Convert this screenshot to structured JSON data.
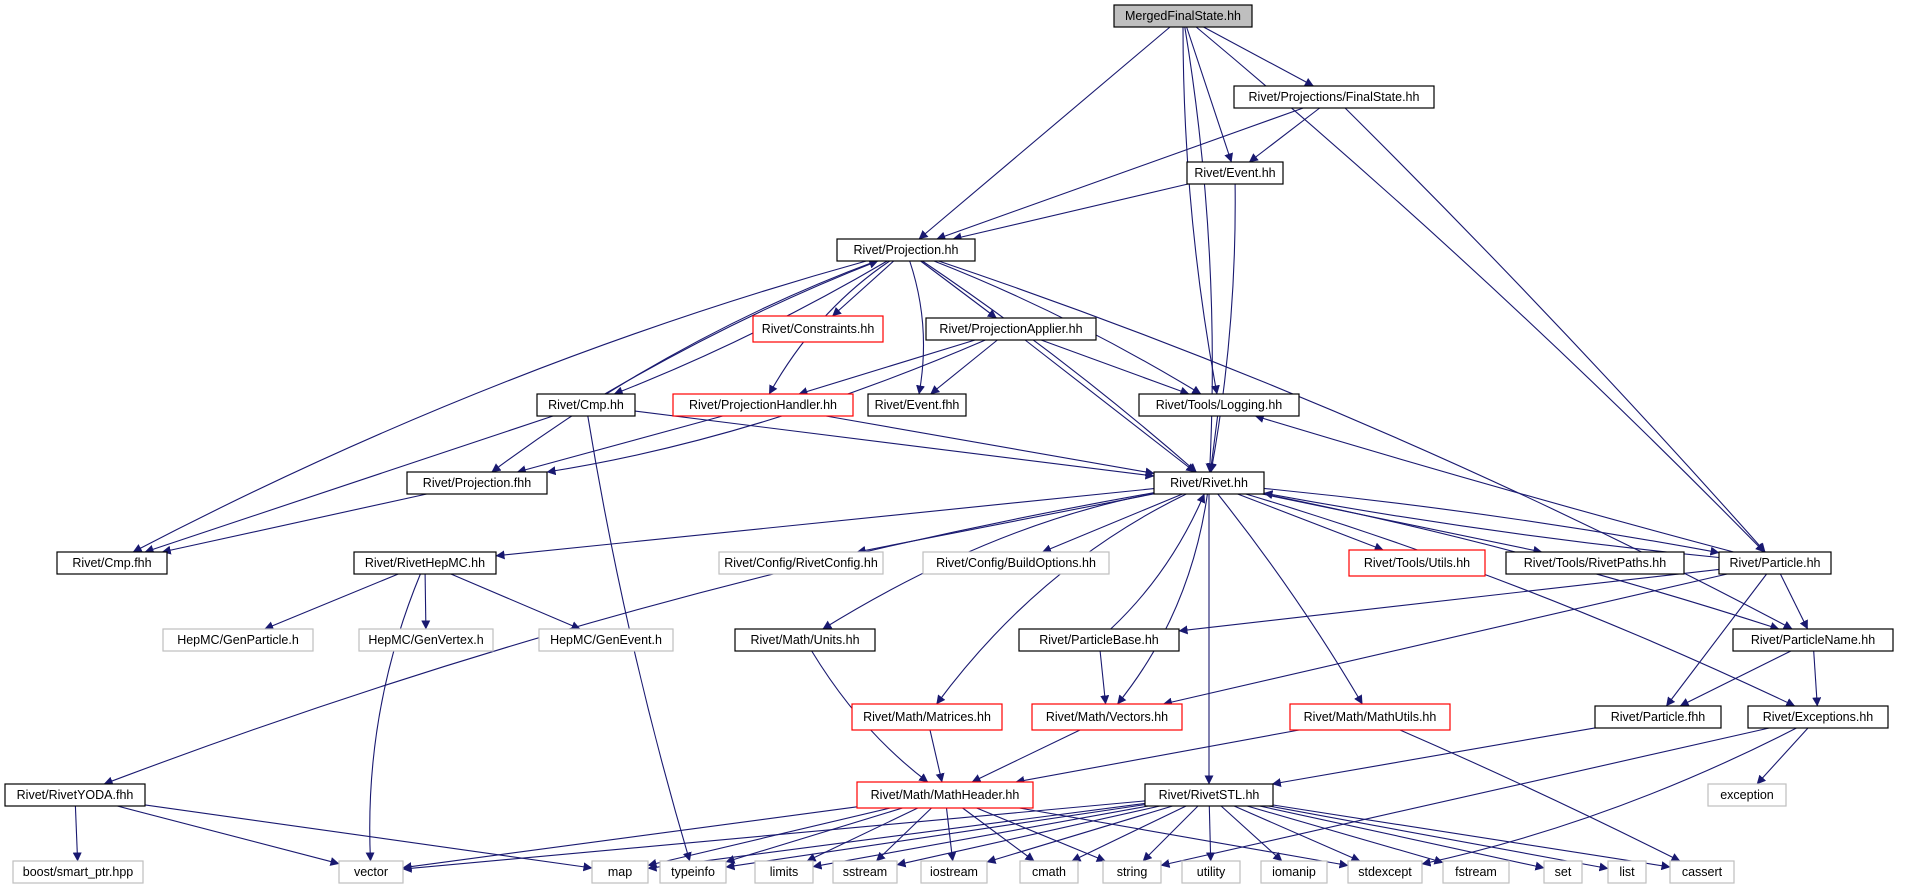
{
  "title": "MergedFinalState.hh",
  "colors": {
    "edge": "#191970",
    "root_fill": "#bfbfbf",
    "documented": "#000000",
    "truncated": "#ff0000",
    "system": "#bfbfbf"
  },
  "nodes": [
    {
      "id": "root",
      "label": "MergedFinalState.hh",
      "kind": "root"
    },
    {
      "id": "fs",
      "label": "Rivet/Projections/FinalState.hh",
      "kind": "documented"
    },
    {
      "id": "eventhh",
      "label": "Rivet/Event.hh",
      "kind": "documented"
    },
    {
      "id": "proj",
      "label": "Rivet/Projection.hh",
      "kind": "documented"
    },
    {
      "id": "constraints",
      "label": "Rivet/Constraints.hh",
      "kind": "truncated"
    },
    {
      "id": "projapplier",
      "label": "Rivet/ProjectionApplier.hh",
      "kind": "documented"
    },
    {
      "id": "cmp",
      "label": "Rivet/Cmp.hh",
      "kind": "documented"
    },
    {
      "id": "projhandler",
      "label": "Rivet/ProjectionHandler.hh",
      "kind": "truncated"
    },
    {
      "id": "eventfhh",
      "label": "Rivet/Event.fhh",
      "kind": "documented"
    },
    {
      "id": "logging",
      "label": "Rivet/Tools/Logging.hh",
      "kind": "documented"
    },
    {
      "id": "projfhh",
      "label": "Rivet/Projection.fhh",
      "kind": "documented"
    },
    {
      "id": "rivet",
      "label": "Rivet/Rivet.hh",
      "kind": "documented"
    },
    {
      "id": "cmpfhh",
      "label": "Rivet/Cmp.fhh",
      "kind": "documented"
    },
    {
      "id": "hepmc",
      "label": "Rivet/RivetHepMC.hh",
      "kind": "documented"
    },
    {
      "id": "rivetconfig",
      "label": "Rivet/Config/RivetConfig.hh",
      "kind": "system"
    },
    {
      "id": "buildopts",
      "label": "Rivet/Config/BuildOptions.hh",
      "kind": "system"
    },
    {
      "id": "utils",
      "label": "Rivet/Tools/Utils.hh",
      "kind": "truncated"
    },
    {
      "id": "rivetpaths",
      "label": "Rivet/Tools/RivetPaths.hh",
      "kind": "documented"
    },
    {
      "id": "particle",
      "label": "Rivet/Particle.hh",
      "kind": "documented"
    },
    {
      "id": "genparticle",
      "label": "HepMC/GenParticle.h",
      "kind": "system"
    },
    {
      "id": "genvertex",
      "label": "HepMC/GenVertex.h",
      "kind": "system"
    },
    {
      "id": "genevent",
      "label": "HepMC/GenEvent.h",
      "kind": "system"
    },
    {
      "id": "units",
      "label": "Rivet/Math/Units.hh",
      "kind": "documented"
    },
    {
      "id": "particlebase",
      "label": "Rivet/ParticleBase.hh",
      "kind": "documented"
    },
    {
      "id": "particlename",
      "label": "Rivet/ParticleName.hh",
      "kind": "documented"
    },
    {
      "id": "matrices",
      "label": "Rivet/Math/Matrices.hh",
      "kind": "truncated"
    },
    {
      "id": "vectors",
      "label": "Rivet/Math/Vectors.hh",
      "kind": "truncated"
    },
    {
      "id": "mathutils",
      "label": "Rivet/Math/MathUtils.hh",
      "kind": "truncated"
    },
    {
      "id": "particlefhh",
      "label": "Rivet/Particle.fhh",
      "kind": "documented"
    },
    {
      "id": "exceptions",
      "label": "Rivet/Exceptions.hh",
      "kind": "documented"
    },
    {
      "id": "yoda",
      "label": "Rivet/RivetYODA.fhh",
      "kind": "documented"
    },
    {
      "id": "mathheader",
      "label": "Rivet/Math/MathHeader.hh",
      "kind": "truncated"
    },
    {
      "id": "rivetstl",
      "label": "Rivet/RivetSTL.hh",
      "kind": "documented"
    },
    {
      "id": "exception",
      "label": "exception",
      "kind": "system"
    },
    {
      "id": "smartptr",
      "label": "boost/smart_ptr.hpp",
      "kind": "system"
    },
    {
      "id": "vector",
      "label": "vector",
      "kind": "system"
    },
    {
      "id": "map",
      "label": "map",
      "kind": "system"
    },
    {
      "id": "typeinfo",
      "label": "typeinfo",
      "kind": "system"
    },
    {
      "id": "limits",
      "label": "limits",
      "kind": "system"
    },
    {
      "id": "sstream",
      "label": "sstream",
      "kind": "system"
    },
    {
      "id": "iostream",
      "label": "iostream",
      "kind": "system"
    },
    {
      "id": "cmath",
      "label": "cmath",
      "kind": "system"
    },
    {
      "id": "string",
      "label": "string",
      "kind": "system"
    },
    {
      "id": "utility",
      "label": "utility",
      "kind": "system"
    },
    {
      "id": "iomanip",
      "label": "iomanip",
      "kind": "system"
    },
    {
      "id": "stdexcept",
      "label": "stdexcept",
      "kind": "system"
    },
    {
      "id": "fstream",
      "label": "fstream",
      "kind": "system"
    },
    {
      "id": "set",
      "label": "set",
      "kind": "system"
    },
    {
      "id": "list",
      "label": "list",
      "kind": "system"
    },
    {
      "id": "cassert",
      "label": "cassert",
      "kind": "system"
    }
  ],
  "edges": [
    [
      "root",
      "fs"
    ],
    [
      "root",
      "eventhh"
    ],
    [
      "root",
      "proj"
    ],
    [
      "root",
      "rivet"
    ],
    [
      "root",
      "logging"
    ],
    [
      "root",
      "particle"
    ],
    [
      "fs",
      "proj"
    ],
    [
      "fs",
      "eventhh"
    ],
    [
      "fs",
      "particle"
    ],
    [
      "eventhh",
      "proj"
    ],
    [
      "eventhh",
      "rivet"
    ],
    [
      "proj",
      "constraints"
    ],
    [
      "proj",
      "projapplier"
    ],
    [
      "proj",
      "cmp"
    ],
    [
      "proj",
      "projhandler"
    ],
    [
      "proj",
      "eventfhh"
    ],
    [
      "proj",
      "logging"
    ],
    [
      "proj",
      "projfhh"
    ],
    [
      "proj",
      "rivet"
    ],
    [
      "proj",
      "cmpfhh"
    ],
    [
      "proj",
      "particlename"
    ],
    [
      "projapplier",
      "projhandler"
    ],
    [
      "projapplier",
      "eventfhh"
    ],
    [
      "projapplier",
      "logging"
    ],
    [
      "projapplier",
      "projfhh"
    ],
    [
      "projapplier",
      "rivet"
    ],
    [
      "cmp",
      "proj"
    ],
    [
      "cmp",
      "cmpfhh"
    ],
    [
      "cmp",
      "rivet"
    ],
    [
      "cmp",
      "typeinfo"
    ],
    [
      "projhandler",
      "projfhh"
    ],
    [
      "projhandler",
      "rivet"
    ],
    [
      "logging",
      "rivet"
    ],
    [
      "projfhh",
      "cmpfhh"
    ],
    [
      "rivet",
      "hepmc"
    ],
    [
      "rivet",
      "rivetconfig"
    ],
    [
      "rivet",
      "buildopts"
    ],
    [
      "rivet",
      "utils"
    ],
    [
      "rivet",
      "rivetpaths"
    ],
    [
      "rivet",
      "particle"
    ],
    [
      "rivet",
      "units"
    ],
    [
      "rivet",
      "matrices"
    ],
    [
      "rivet",
      "vectors"
    ],
    [
      "rivet",
      "mathutils"
    ],
    [
      "rivet",
      "rivetstl"
    ],
    [
      "rivet",
      "exceptions"
    ],
    [
      "rivet",
      "yoda"
    ],
    [
      "rivet",
      "particlename"
    ],
    [
      "hepmc",
      "genparticle"
    ],
    [
      "hepmc",
      "genvertex"
    ],
    [
      "hepmc",
      "genevent"
    ],
    [
      "hepmc",
      "vector"
    ],
    [
      "particle",
      "rivet"
    ],
    [
      "particle",
      "logging"
    ],
    [
      "particle",
      "particlebase"
    ],
    [
      "particle",
      "particlename"
    ],
    [
      "particle",
      "vectors"
    ],
    [
      "particle",
      "particlefhh"
    ],
    [
      "particlebase",
      "rivet"
    ],
    [
      "particlebase",
      "vectors"
    ],
    [
      "particlename",
      "particlefhh"
    ],
    [
      "particlename",
      "exceptions"
    ],
    [
      "units",
      "mathheader"
    ],
    [
      "matrices",
      "mathheader"
    ],
    [
      "vectors",
      "mathheader"
    ],
    [
      "mathutils",
      "mathheader"
    ],
    [
      "mathutils",
      "cassert"
    ],
    [
      "particlefhh",
      "rivetstl"
    ],
    [
      "exceptions",
      "exception"
    ],
    [
      "exceptions",
      "string"
    ],
    [
      "exceptions",
      "stdexcept"
    ],
    [
      "yoda",
      "smartptr"
    ],
    [
      "yoda",
      "vector"
    ],
    [
      "yoda",
      "map"
    ],
    [
      "mathheader",
      "vector"
    ],
    [
      "mathheader",
      "map"
    ],
    [
      "mathheader",
      "limits"
    ],
    [
      "mathheader",
      "sstream"
    ],
    [
      "mathheader",
      "iostream"
    ],
    [
      "mathheader",
      "cmath"
    ],
    [
      "mathheader",
      "string"
    ],
    [
      "mathheader",
      "stdexcept"
    ],
    [
      "mathheader",
      "typeinfo"
    ],
    [
      "rivetstl",
      "typeinfo"
    ],
    [
      "rivetstl",
      "map"
    ],
    [
      "rivetstl",
      "vector"
    ],
    [
      "rivetstl",
      "limits"
    ],
    [
      "rivetstl",
      "sstream"
    ],
    [
      "rivetstl",
      "iostream"
    ],
    [
      "rivetstl",
      "cmath"
    ],
    [
      "rivetstl",
      "string"
    ],
    [
      "rivetstl",
      "utility"
    ],
    [
      "rivetstl",
      "iomanip"
    ],
    [
      "rivetstl",
      "stdexcept"
    ],
    [
      "rivetstl",
      "fstream"
    ],
    [
      "rivetstl",
      "set"
    ],
    [
      "rivetstl",
      "list"
    ],
    [
      "rivetstl",
      "cassert"
    ]
  ]
}
